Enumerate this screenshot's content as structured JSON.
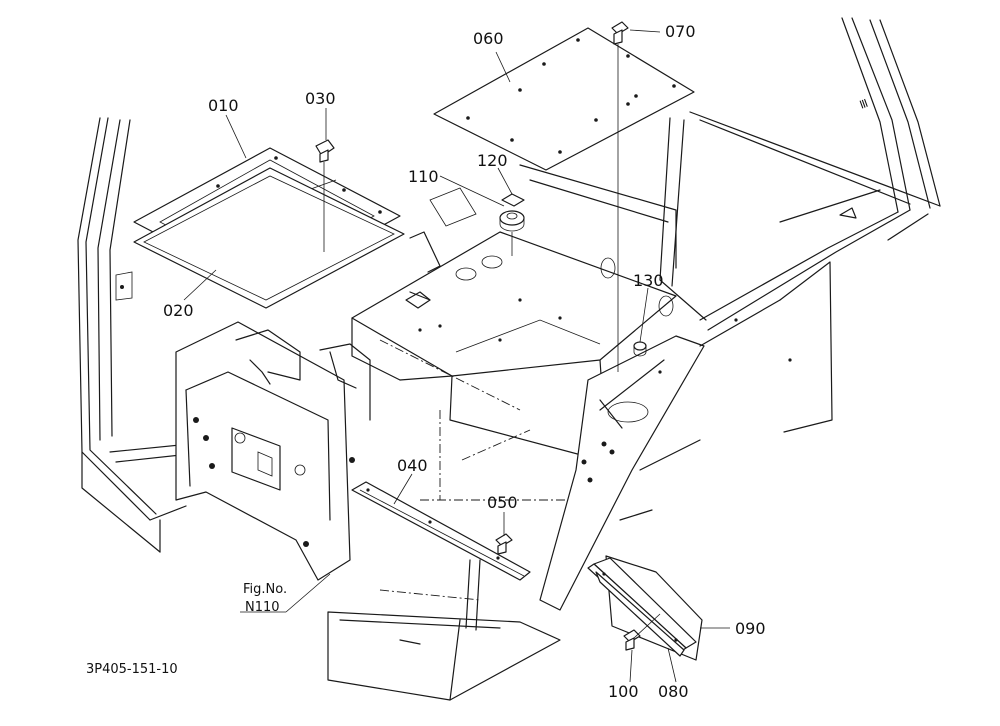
{
  "parts": [
    {
      "id": "010"
    },
    {
      "id": "020"
    },
    {
      "id": "030"
    },
    {
      "id": "040"
    },
    {
      "id": "050"
    },
    {
      "id": "060"
    },
    {
      "id": "070"
    },
    {
      "id": "080"
    },
    {
      "id": "090"
    },
    {
      "id": "100"
    },
    {
      "id": "110"
    },
    {
      "id": "120"
    },
    {
      "id": "130"
    }
  ],
  "figure_reference": {
    "line1": "Fig.No.",
    "line2": "N110"
  },
  "drawing_number": "3P405-151-10"
}
